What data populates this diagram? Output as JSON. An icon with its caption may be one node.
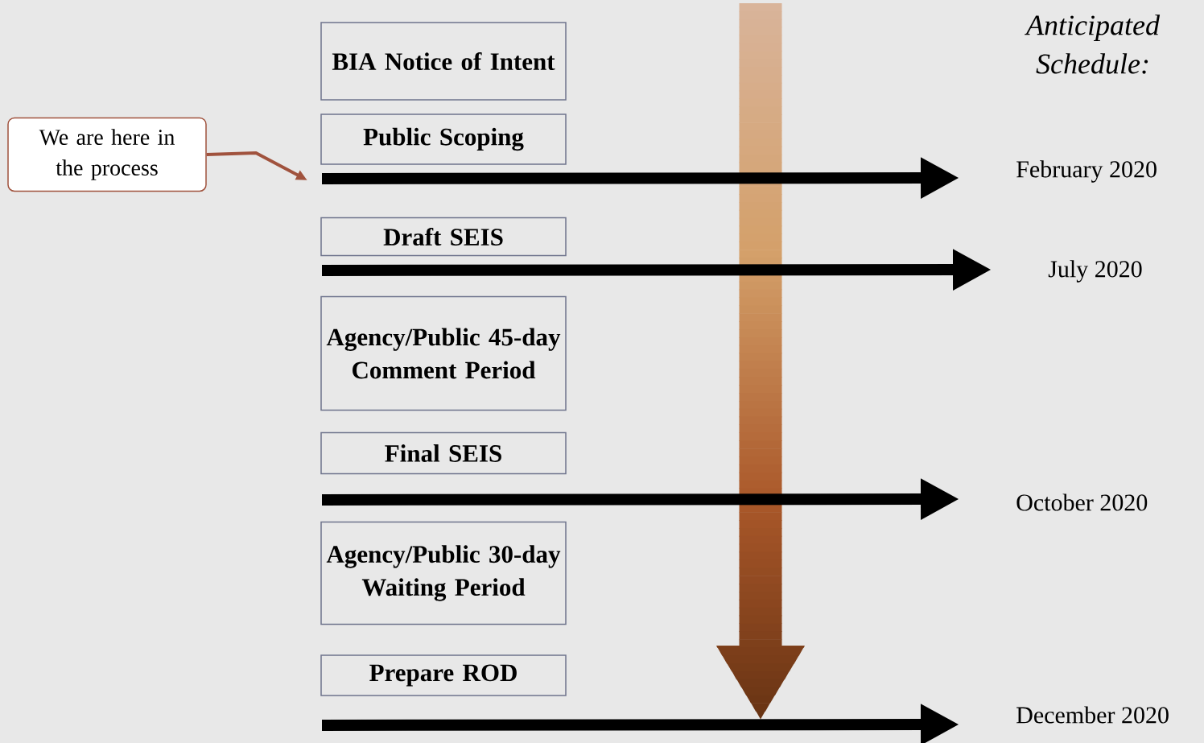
{
  "diagram": {
    "title": "Anticipated Schedule:",
    "nodes": [
      {
        "text": [
          "BIA Notice of Intent"
        ]
      },
      {
        "text": [
          "Public Scoping"
        ]
      },
      {
        "text": [
          "Draft SEIS"
        ]
      },
      {
        "text": [
          "Agency/Public 45-day Comment Period"
        ]
      },
      {
        "text": [
          "Final SEIS"
        ]
      },
      {
        "text": [
          "Agency/Public 30-day Waiting Period"
        ]
      },
      {
        "text": [
          "Prepare ROD"
        ]
      },
      {
        "text": [
          "We are here in the process"
        ]
      },
      {
        "text": [
          "February 2020"
        ]
      },
      {
        "text": [
          "July 2020"
        ]
      },
      {
        "text": [
          "October 2020"
        ]
      },
      {
        "text": [
          "December 2020"
        ]
      }
    ],
    "edges": [
      {
        "from": 7,
        "to": null,
        "arrow": "to",
        "color": "#a0523d"
      },
      {
        "from": null,
        "to": 8,
        "arrow": "to"
      },
      {
        "from": null,
        "to": 9,
        "arrow": "to"
      },
      {
        "from": null,
        "to": 10,
        "arrow": "to"
      },
      {
        "from": null,
        "to": 11,
        "arrow": "to"
      }
    ]
  }
}
